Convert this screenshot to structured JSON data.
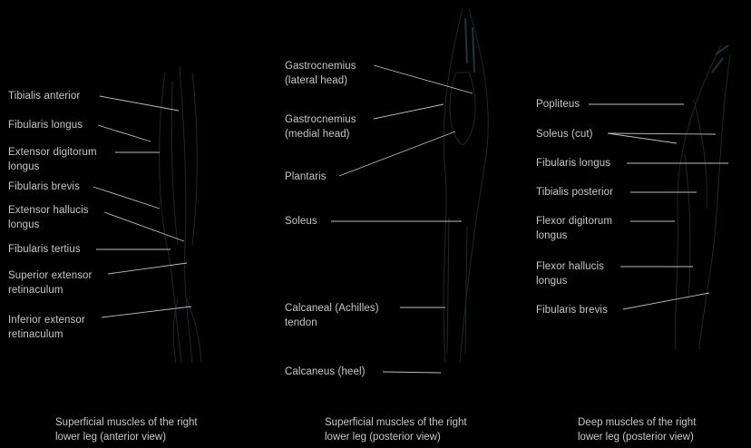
{
  "panels": [
    {
      "caption": "Superficial muscles of the right\nlower leg (anterior view)",
      "labels": [
        "Tibialis anterior",
        "Fibularis longus",
        "Extensor digitorum\nlongus",
        "Fibularis brevis",
        "Extensor hallucis\nlongus",
        "Fibularis tertius",
        "Superior extensor\nretinaculum",
        "Inferior extensor\nretinaculum"
      ]
    },
    {
      "caption": "Superficial muscles of the right\nlower leg (posterior view)",
      "labels": [
        "Gastrocnemius\n(lateral head)",
        "Gastrocnemius\n(medial head)",
        "Plantaris",
        "Soleus",
        "Calcaneal (Achilles)\ntendon",
        "Calcaneus (heel)"
      ]
    },
    {
      "caption": "Deep muscles of the right\nlower leg (posterior view)",
      "labels": [
        "Popliteus",
        "Soleus (cut)",
        "Fibularis longus",
        "Tibialis posterior",
        "Flexor digitorum\nlongus",
        "Flexor hallucis\nlongus",
        "Fibularis brevis"
      ]
    }
  ],
  "colors": {
    "background": "#000000",
    "text": "#c8c8c8",
    "leader": "#bcbcbc"
  }
}
